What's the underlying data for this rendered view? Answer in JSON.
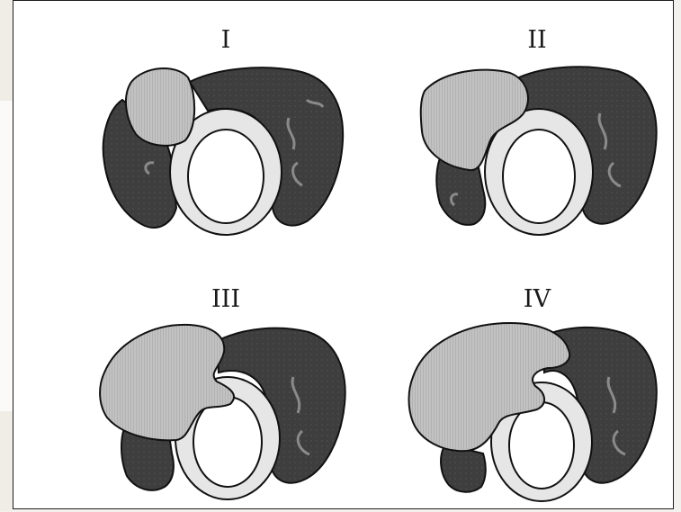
{
  "figure": {
    "panels": [
      {
        "label": "I"
      },
      {
        "label": "II"
      },
      {
        "label": "III"
      },
      {
        "label": "IV"
      }
    ]
  },
  "colors": {
    "dark_lobe": "#3f3f3f",
    "light_lobe": "#b9b9b9",
    "ring_fill": "#e4e4e4",
    "outline": "#111111",
    "page": "#ffffff"
  }
}
